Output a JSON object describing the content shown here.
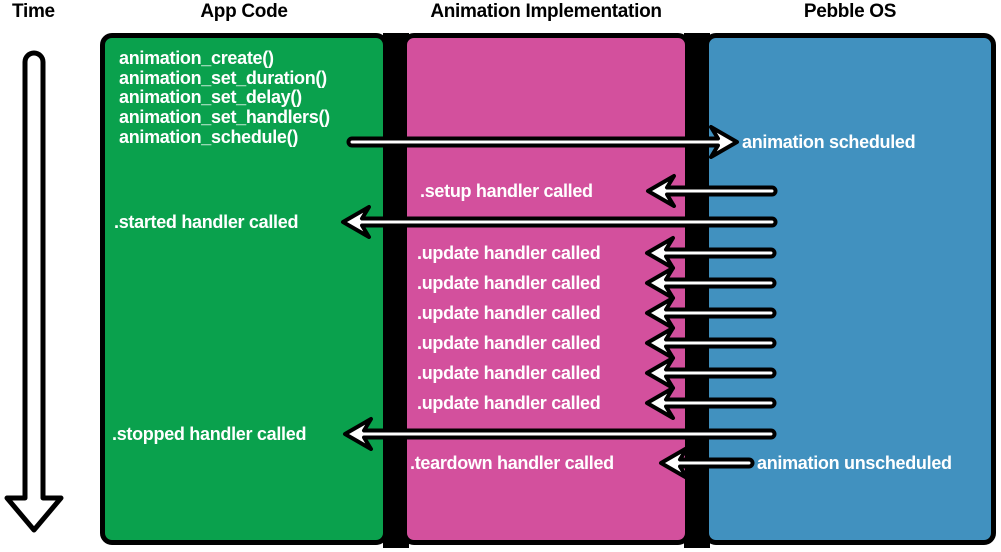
{
  "time_axis": {
    "label": "Time"
  },
  "columns": [
    {
      "id": "app-code",
      "label": "App Code",
      "color": "#0aa14d"
    },
    {
      "id": "implementation",
      "label": "Animation Implementation",
      "color": "#d3509d"
    },
    {
      "id": "pebble-os",
      "label": "Pebble OS",
      "color": "#4191bf"
    }
  ],
  "app_code": {
    "api_calls": [
      "animation_create()",
      "animation_set_duration()",
      "animation_set_delay()",
      "animation_set_handlers()",
      "animation_schedule()"
    ],
    "events": {
      "started": ".started handler called",
      "stopped": ".stopped handler called"
    }
  },
  "implementation": {
    "events": {
      "setup": ".setup handler called",
      "update": ".update handler called",
      "update_count": 6,
      "teardown": ".teardown handler called"
    }
  },
  "pebble_os": {
    "events": {
      "scheduled": "animation scheduled",
      "unscheduled": "animation unscheduled"
    }
  },
  "colors": {
    "background": "#ffffff",
    "header_text": "#000000",
    "box_text": "#ffffff",
    "arrow_fill": "#ffffff",
    "arrow_outline": "#000000",
    "divider": "#000000"
  }
}
